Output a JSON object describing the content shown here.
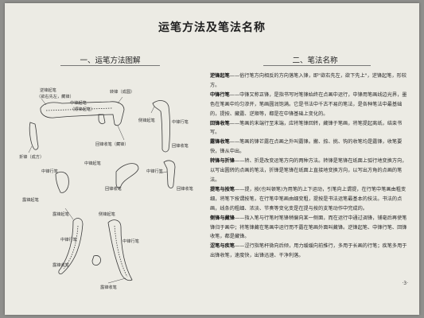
{
  "title": "运笔方法及笔法名称",
  "left_section": {
    "heading": "一、运笔方法图解"
  },
  "right_section": {
    "heading": "二、笔法名称"
  },
  "diagram_labels": {
    "nifeng_qibi": "逆锋起笔",
    "nifeng_note": "（欲右先左，藏锋）",
    "zhongfeng_qibi": "中锋起笔",
    "shunfeng_note": "（顺锋起笔）",
    "zhuanfeng": "转锋（成圆）",
    "zhefeng": "折锋（成方）",
    "huifeng_shoubi_cang": "回锋收笔（藏锋）",
    "cefeng_qibi": "侧锋起笔",
    "zhongfeng_xingbi": "中锋行笔",
    "huifeng_shoubi": "回锋收笔",
    "lufeng_qibi": "露锋起笔",
    "lufeng_shoubi": "露锋收笔"
  },
  "terms": [
    {
      "head": "逆锋起笔",
      "body": "——俗行笔方向相反的方向落笔入锋，即\"欲右先左，欲下先上\"，逆锋起笔，形较方。"
    },
    {
      "head": "中锋行笔",
      "body": "——中锋又称正锋，是指书写时笔锋始终在点画中运行，中锋用笔画线边光界，墨色在笔画中均匀渗开，笔画圆润饱满。它是书法中千古不易的笔法，是各种笔法中最基础的，提按、藏露、逆顺等，都是在中锋基础上变化的。"
    },
    {
      "head": "回锋收笔",
      "body": "——笔画的末端行至末端，应将笔锋回转，藏锋于笔画，将笔提起离纸，结束书写。"
    },
    {
      "head": "露锋收笔",
      "body": "——笔画的锋芒露在点画之外叫露锋。撇、捺、挑、钩的收笔均是露锋，收笔要快，锋从中出。"
    },
    {
      "head": "转锋与折锋",
      "body": "——转、折是改变运笔方向的两种方法。转锋是笔锋在纸面上弧行地变换方向，以写出圆转的点画的笔法，折锋是笔锋在纸面上直接地变换方向，以写出方角的点画的笔法。"
    },
    {
      "head": "提笔与按笔",
      "body": "——提，按(也叫顿笔)为用笔的上下运动，引笔向上谓提，在行笔中笔画由粗变细，将笔下按谓按笔，在行笔中笔画由细变粗，提按是书法运笔最基本的技法。书法的点画，线条的粗细、浓淡、节奏等变化变是在提与按的支笔动作中完成的。"
    },
    {
      "head": "侧锋与藏锋",
      "body": "——指入笔与行笔时笔锋稍偏向某一侧面，而在运行中通过调锋，铺毫后再使笔锋归于画中；将笔锋藏在笔画中运行而不露在笔画外面叫藏锋。逆锋起笔、中锋行笔、回锋收笔，都是藏锋。"
    },
    {
      "head": "涩笔与疾笔",
      "body": "——涩行指笔杆微向后倾，用力缓缓向前推行，多用于长画的行笔；疾笔多用于出锋收笔，速度快，出锋迅速、干净利落。"
    }
  ],
  "page_number": "·3·"
}
